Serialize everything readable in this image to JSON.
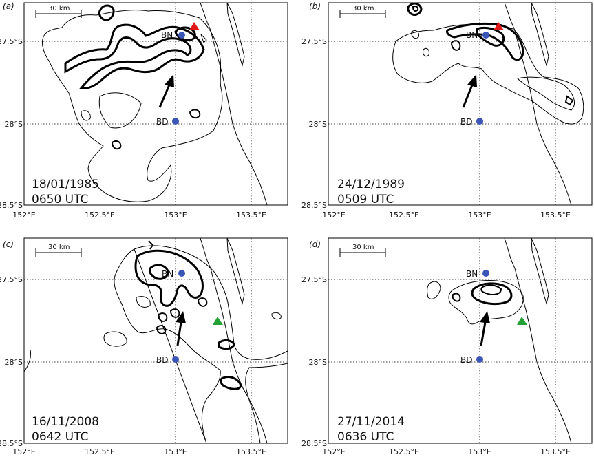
{
  "figure": {
    "lon_ticks": [
      "152°E",
      "152.5°E",
      "153°E",
      "153.5°E"
    ],
    "lat_ticks": [
      "27.5°S",
      "28°S",
      "28.5°S"
    ],
    "scale_bar_label": "30 km",
    "station_labels": {
      "bn": "BN",
      "bd": "BD"
    },
    "colors": {
      "radar_station": "#3b55b8",
      "red_marker": "#e01818",
      "green_marker": "#22a032",
      "contour": "#000000"
    },
    "icons": {
      "station": "filled-circle",
      "marker": "triangle",
      "motion": "arrow"
    }
  },
  "panels": [
    {
      "letter": "a",
      "date": "18/01/1985",
      "time": "0650 UTC",
      "marker_color": "red"
    },
    {
      "letter": "b",
      "date": "24/12/1989",
      "time": "0509 UTC",
      "marker_color": "red"
    },
    {
      "letter": "c",
      "date": "16/11/2008",
      "time": "0642 UTC",
      "marker_color": "green"
    },
    {
      "letter": "d",
      "date": "27/11/2014",
      "time": "0636 UTC",
      "marker_color": "green"
    }
  ]
}
